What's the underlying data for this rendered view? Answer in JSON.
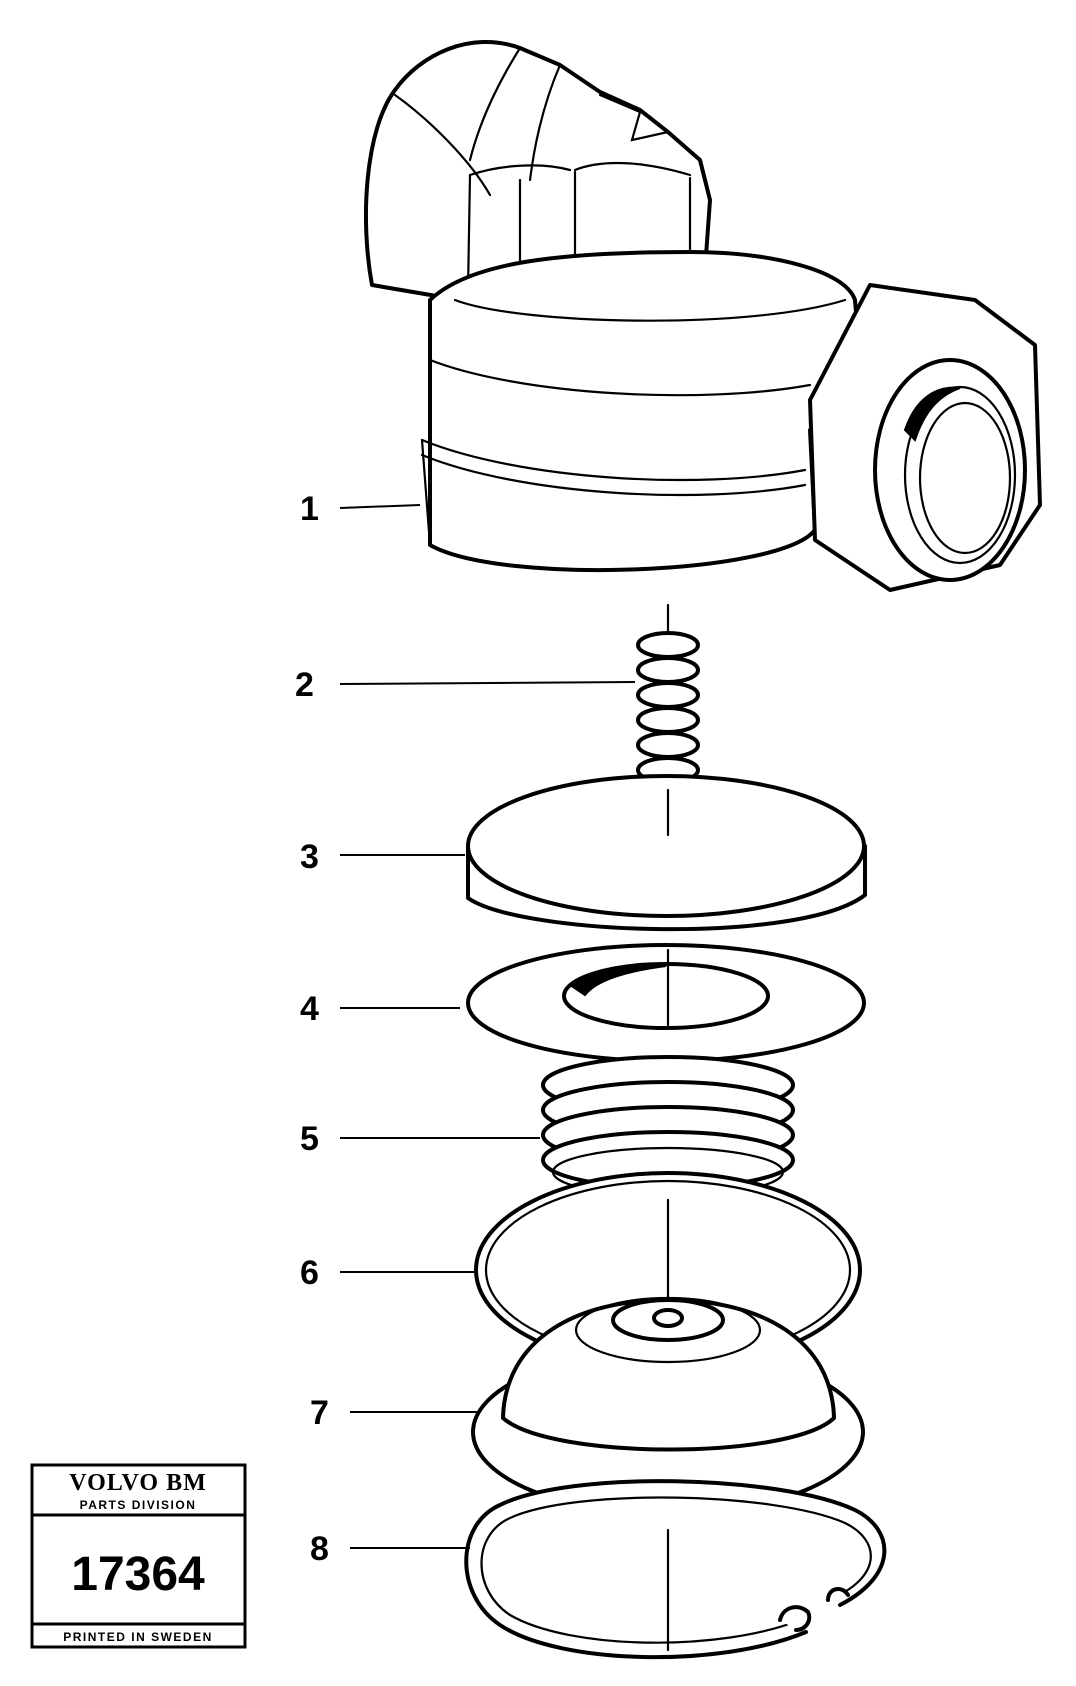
{
  "callouts": [
    "1",
    "2",
    "3",
    "4",
    "5",
    "6",
    "7",
    "8"
  ],
  "stamp": {
    "brand": "VOLVO BM",
    "division": "PARTS DIVISION",
    "number": "17364",
    "footer": "PRINTED IN SWEDEN"
  }
}
